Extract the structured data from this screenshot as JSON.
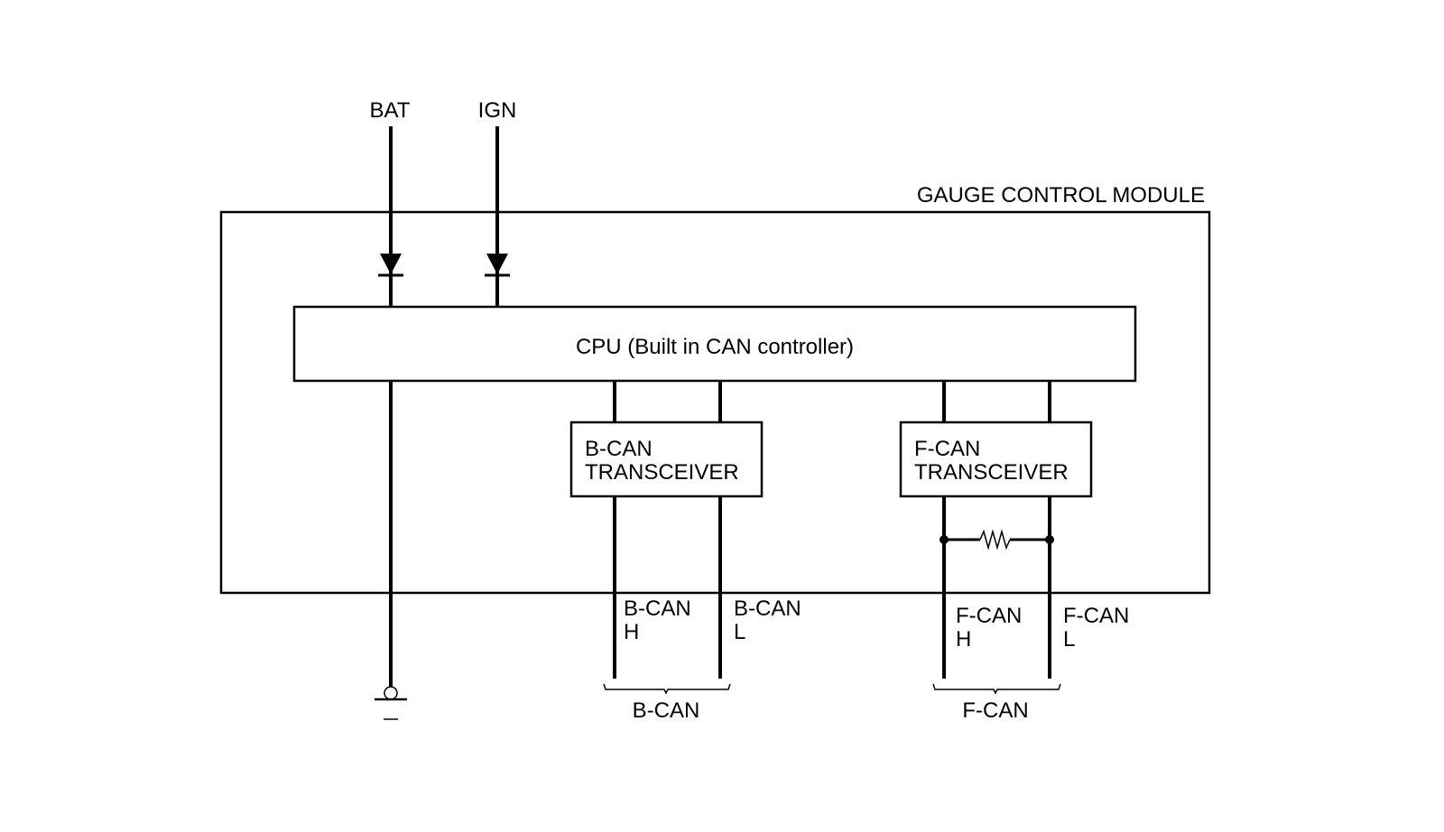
{
  "diagram": {
    "module_label": "GAUGE CONTROL MODULE",
    "inputs": {
      "bat": "BAT",
      "ign": "IGN"
    },
    "cpu_label": "CPU (Built in CAN controller)",
    "bcan_transceiver": {
      "line1": "B-CAN",
      "line2": "TRANSCEIVER"
    },
    "fcan_transceiver": {
      "line1": "F-CAN",
      "line2": "TRANSCEIVER"
    },
    "bcan_h": {
      "line1": "B-CAN",
      "line2": "H"
    },
    "bcan_l": {
      "line1": "B-CAN",
      "line2": "L"
    },
    "fcan_h": {
      "line1": "F-CAN",
      "line2": "H"
    },
    "fcan_l": {
      "line1": "F-CAN",
      "line2": "L"
    },
    "bus_labels": {
      "bcan": "B-CAN",
      "fcan": "F-CAN"
    },
    "symbols": [
      "diode-icon",
      "diode-icon",
      "resistor-icon",
      "ground-icon"
    ]
  }
}
